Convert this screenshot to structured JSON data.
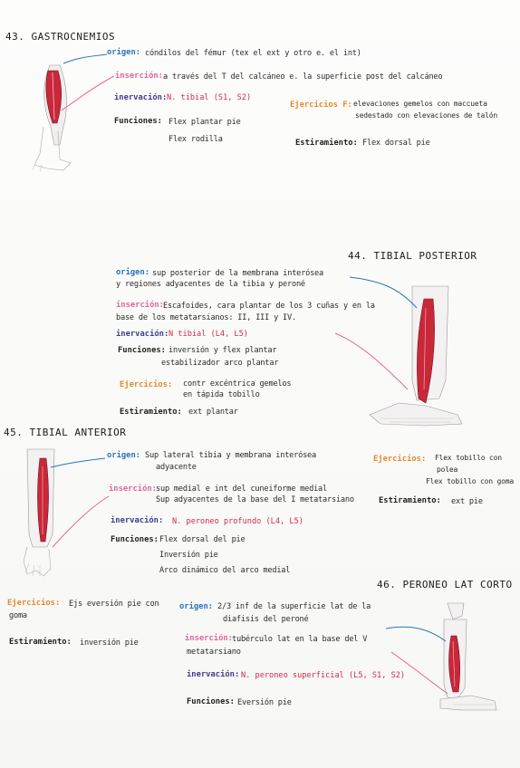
{
  "gastro": {
    "title": "43. GASTROCNEMIOS",
    "origen_label": "origen:",
    "origen_text": "cóndilos del fémur (tex el ext y otro e. el int)",
    "insercion_label": "inserción:",
    "insercion_text": "a través del T del calcáneo e. la superficie post del calcáneo",
    "inervacion_label": "inervación:",
    "inervacion_text": "N. tibial (S1, S2)",
    "funciones_label": "Funciones:",
    "funcion_1": "Flex plantar pie",
    "funcion_2": "Flex rodilla",
    "ejercicio_label": "Ejercicios F:",
    "ejercicio_1": "elevaciones gemelos con maccueta",
    "ejercicio_2": "sedestado con elevaciones de talón",
    "estiramiento_label": "Estiramiento:",
    "estiramiento_text": "Flex dorsal pie"
  },
  "tibial_post": {
    "title": "44. TIBIAL POSTERIOR",
    "origen_label": "origen:",
    "origen_1": "sup posterior de la membrana interósea",
    "origen_2": "y regiones adyacentes de la tibia y peroné",
    "insercion_label": "inserción:",
    "insercion_1": "Escafoides, cara plantar de los 3 cuñas y en la",
    "insercion_2": "base de los metatarsianos: II, III y IV.",
    "inervacion_label": "inervación:",
    "inervacion_text": "N tibial (L4, L5)",
    "funciones_label": "Funciones:",
    "funcion_1": "inversión y flex plantar",
    "funcion_2": "estabilizador arco plantar",
    "ejercicio_label": "Ejercicios:",
    "ejercicio_1": "contr excéntrica gemelos",
    "ejercicio_2": "en tápida tobillo",
    "estiramiento_label": "Estiramiento:",
    "estiramiento_text": "ext plantar"
  },
  "tibial_ant": {
    "title": "45. TIBIAL ANTERIOR",
    "origen_label": "origen:",
    "origen_1": "Sup lateral tibia y membrana interósea",
    "origen_2": "adyacente",
    "insercion_label": "inserción:",
    "insercion_1": "sup medial e int del cuneiforme medial",
    "insercion_2": "Sup adyacentes de la base del I metatarsiano",
    "inervacion_label": "inervación:",
    "inervacion_text": "N. peroneo profundo (L4, L5)",
    "funciones_label": "Funciones:",
    "funcion_1": "Flex dorsal del pie",
    "funcion_2": "Inversión pie",
    "funcion_3": "Arco dinámico del arco medial",
    "ejercicio_label": "Ejercicios:",
    "ejercicio_1": "Flex tobillo con",
    "ejercicio_2": "polea",
    "ejercicio_3": "Flex tobillo con goma",
    "estiramiento_label": "Estiramiento:",
    "estiramiento_text": "ext pie"
  },
  "peroneo": {
    "title": "46. PERONEO LAT CORTO",
    "ejercicio_label": "Ejercicios:",
    "ejercicio_1": "Ejs eversión pie con",
    "ejercicio_2": "goma",
    "estiramiento_label": "Estiramiento:",
    "estiramiento_text": "inversión pie",
    "origen_label": "origen:",
    "origen_1": "2/3 inf de la superficie lat de la",
    "origen_2": "diafisis del peroné",
    "insercion_label": "inserción:",
    "insercion_1": "tubérculo lat en la base del V",
    "insercion_2": "metatarsiano",
    "inervacion_label": "inervación:",
    "inervacion_text": "N. peroneo superficial (L5, S1, S2)",
    "funciones_label": "Funciones:",
    "funcion_1": "Eversión pie"
  },
  "colors": {
    "blue": "#2a74b8",
    "pink": "#e0669b",
    "purple": "#3d3c8f",
    "orange": "#e58a2a",
    "red": "#d02a4a",
    "muscle": "#c8283a"
  }
}
